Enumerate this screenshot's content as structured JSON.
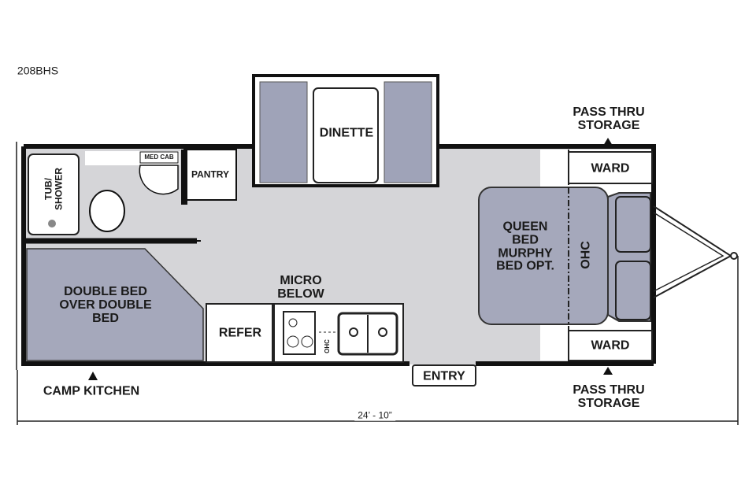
{
  "model": "208BHS",
  "rooms": {
    "dinette": "DINETTE",
    "tub_shower": "TUB/ SHOWER",
    "med_cab": "MED CAB",
    "pantry": "PANTRY",
    "bunk": "DOUBLE BED OVER DOUBLE BED",
    "micro": "MICRO BELOW",
    "refer": "REFER",
    "ohc_kitchen": "OHC",
    "entry": "ENTRY",
    "queen_bed": "QUEEN BED MURPHY BED OPT.",
    "ohc_front": "OHC",
    "ward_top": "WARD",
    "ward_bottom": "WARD"
  },
  "callouts": {
    "pass_thru_top": "PASS THRU STORAGE",
    "pass_thru_bottom": "PASS THRU STORAGE",
    "camp_kitchen": "CAMP KITCHEN"
  },
  "dimension": "24’ - 10”",
  "colors": {
    "floor": "#d5d5d8",
    "bed": "#a5a8bb",
    "wall": "#111111"
  }
}
